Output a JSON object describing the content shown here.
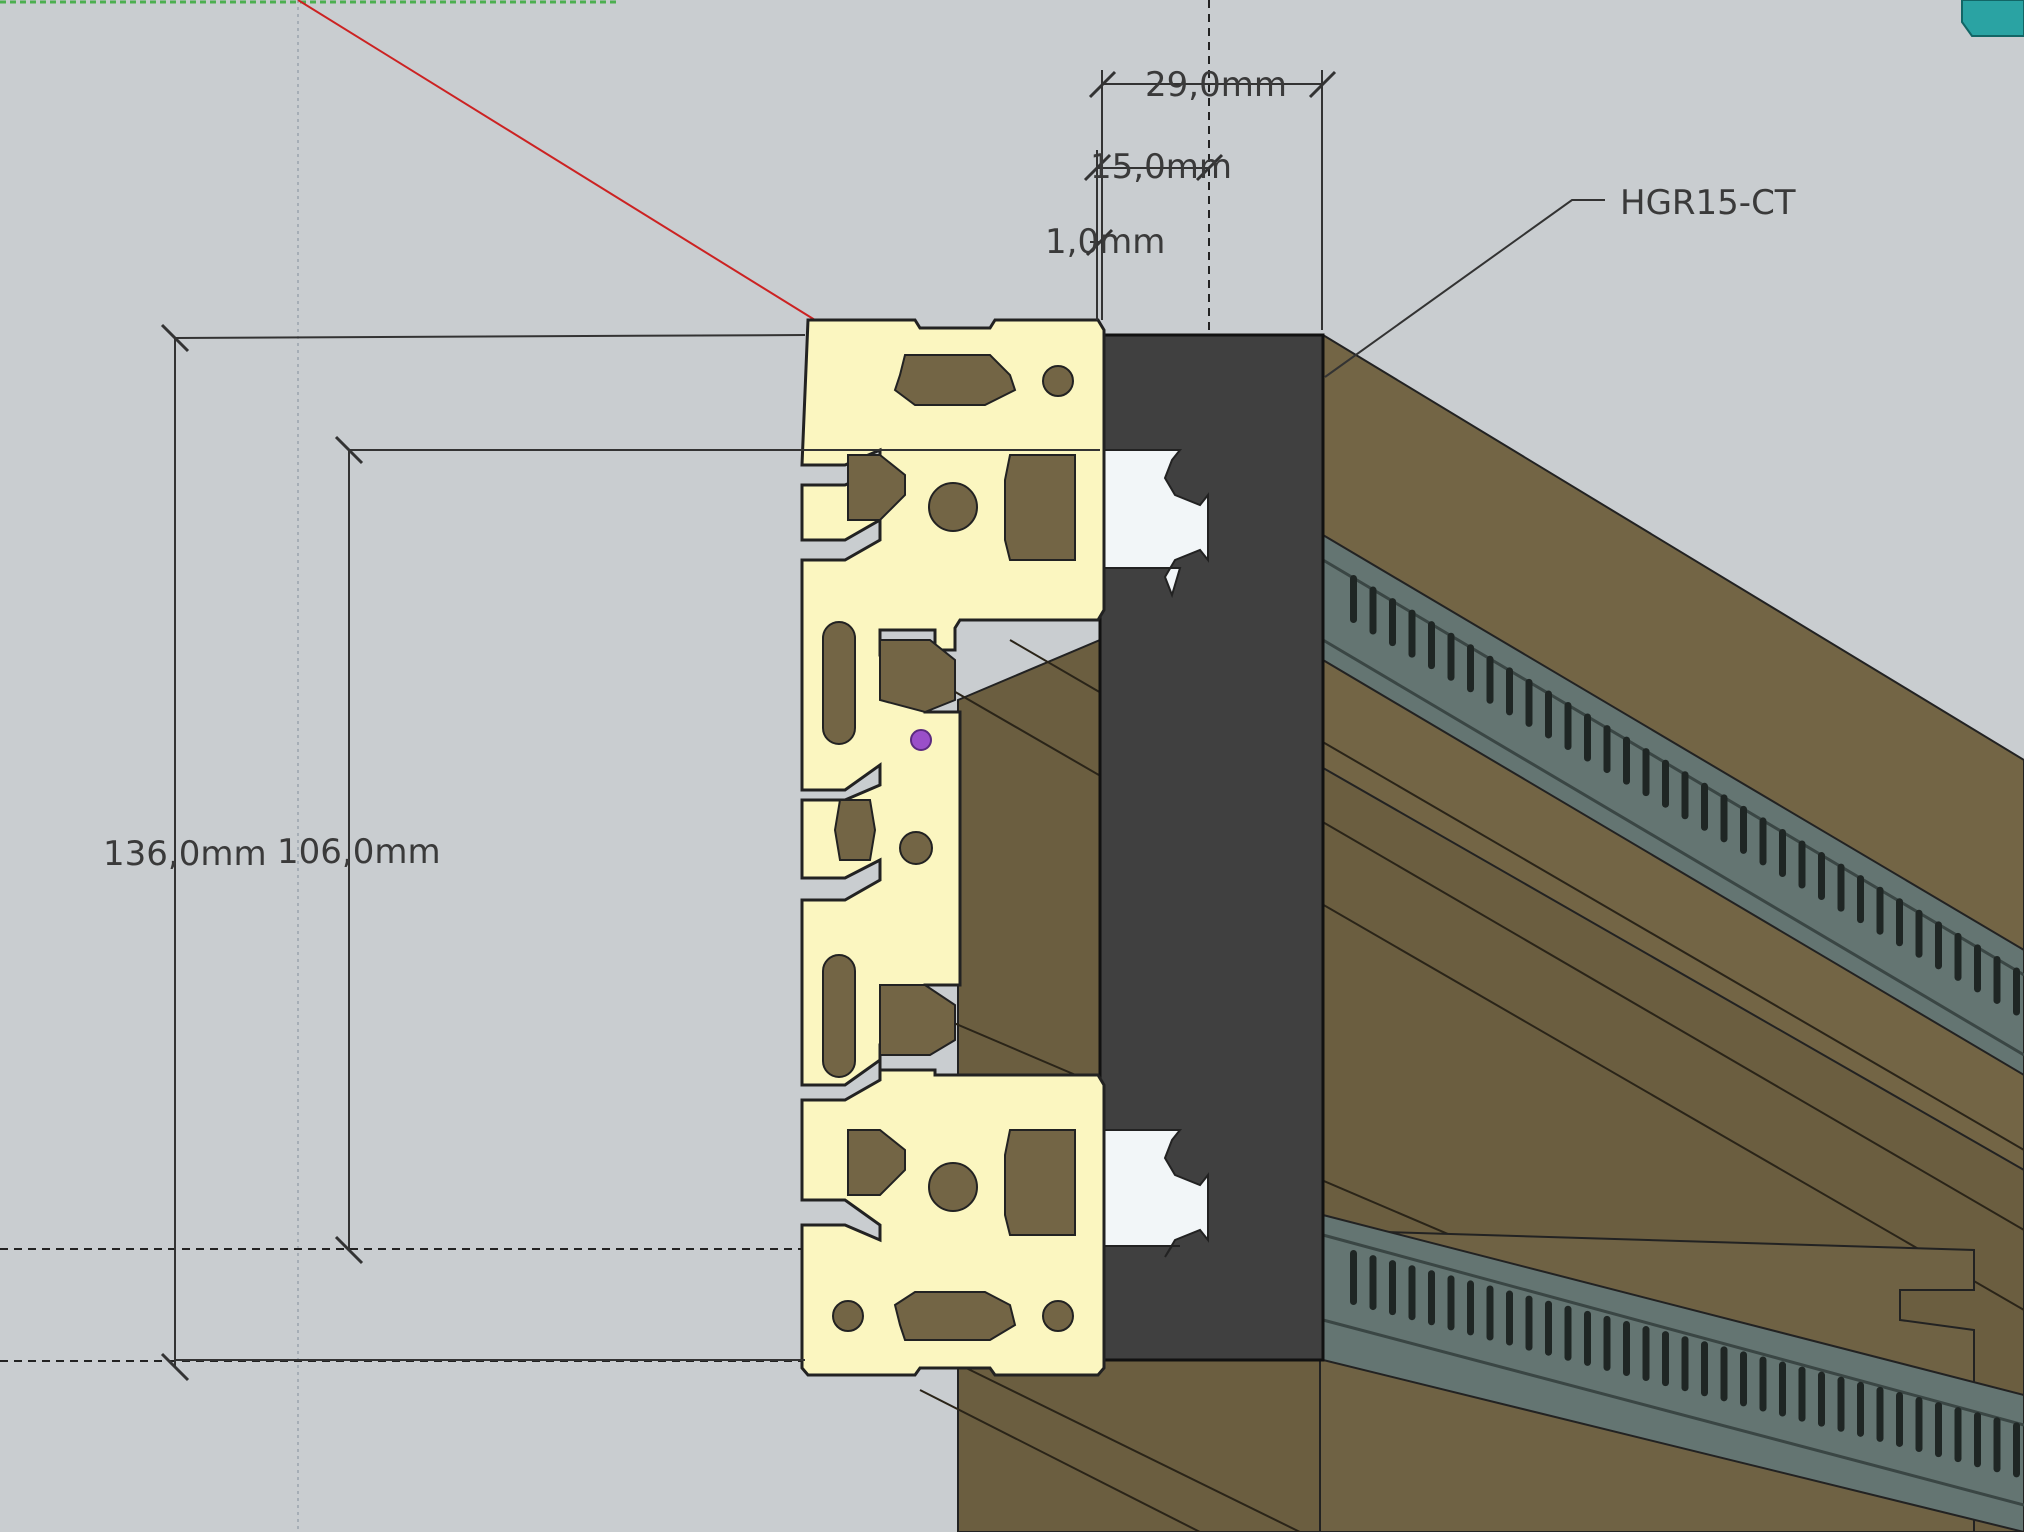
{
  "dimensions": {
    "total_height": "136,0mm",
    "rail_spacing": "106,0mm",
    "total_width": "29,0mm",
    "rail_width": "15,0mm",
    "gap": "1,0mm"
  },
  "labels": {
    "carriage": "HGR15-CT"
  },
  "colors": {
    "background": "#c9cdd0",
    "profile_face": "#fbf6c0",
    "profile_body": "#736545",
    "carriage": "#404040",
    "rail": "#f2f6f8",
    "slot_strip": "#647572",
    "dimension_line": "#333333",
    "axis_x": "#cc2222",
    "snap_point": "#9a4fc9",
    "nav_cube": "#2aa3a3"
  }
}
